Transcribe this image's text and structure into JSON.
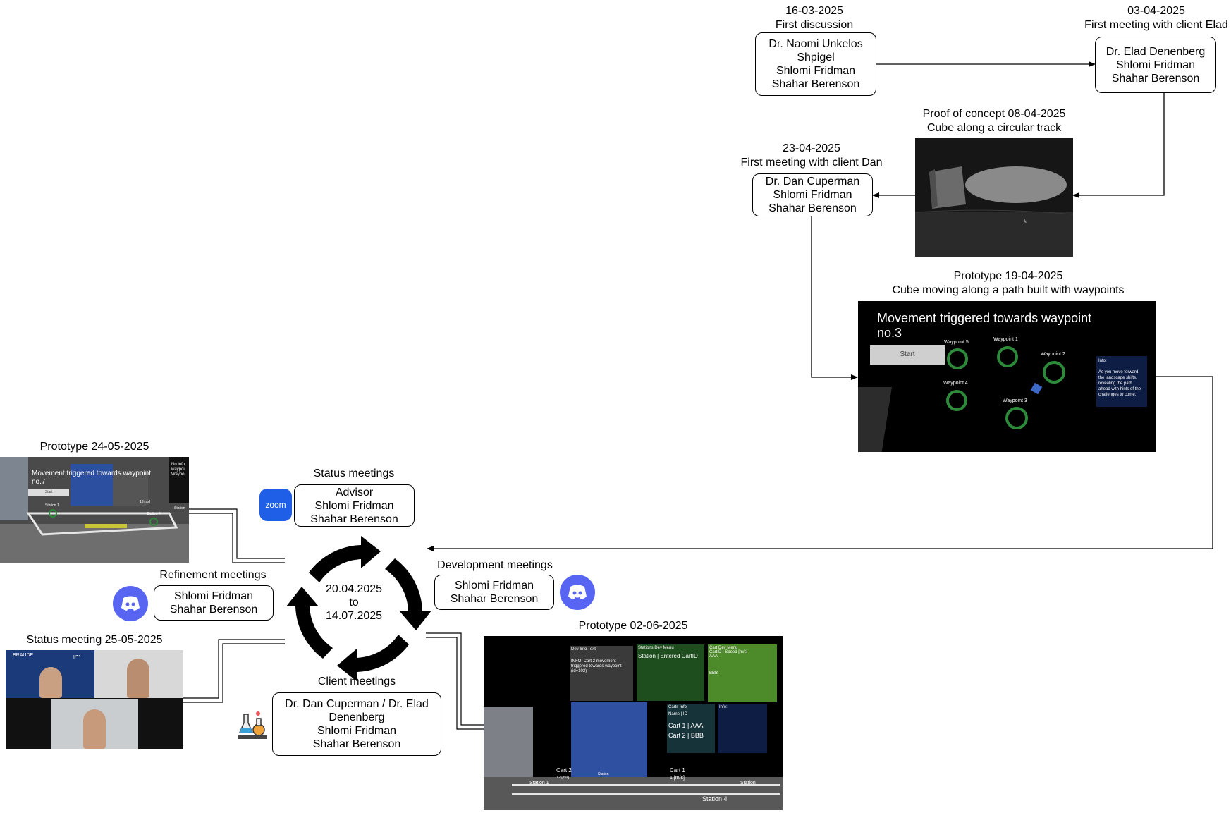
{
  "nodes": {
    "first_discussion": {
      "date": "16-03-2025",
      "title": "First discussion",
      "people": [
        "Dr. Naomi Unkelos",
        "Shpigel",
        "Shlomi Fridman",
        "Shahar Berenson"
      ]
    },
    "meeting_elad": {
      "date": "03-04-2025",
      "title": "First meeting with client Elad",
      "people": [
        "Dr. Elad Denenberg",
        "Shlomi Fridman",
        "Shahar Berenson"
      ]
    },
    "proof_of_concept": {
      "title": "Proof of concept 08-04-2025",
      "subtitle": "Cube along a circular track"
    },
    "meeting_dan": {
      "date": "23-04-2025",
      "title": "First meeting with client Dan",
      "people": [
        "Dr. Dan Cuperman",
        "Shlomi Fridman",
        "Shahar Berenson"
      ]
    },
    "prototype_1904": {
      "title": "Prototype 19-04-2025",
      "subtitle": "Cube moving along a path built with waypoints",
      "screen": {
        "heading": "Movement triggered towards waypoint no.3",
        "start_button": "Start",
        "waypoints": [
          "Waypoint 5",
          "Waypoint 1",
          "Waypoint 2",
          "Waypoint 4",
          "Waypoint 3"
        ],
        "info_title": "Info:",
        "info_text": "As you move forward, the landscape shifts, revealing the path ahead with hints of the challenges to come."
      }
    },
    "prototype_2405": {
      "title": "Prototype 24-05-2025",
      "screen": {
        "heading": "Movement triggered towards waypoint no.7",
        "start_button": "Start",
        "side_text": "No info waypoi Waypo",
        "labels": [
          "Station 1",
          "1 [m/s]",
          "Station 4",
          "Station"
        ]
      }
    },
    "status_meetings": {
      "title": "Status meetings",
      "people": [
        "Advisor",
        "Shlomi Fridman",
        "Shahar Berenson"
      ],
      "icon_text": "zoom"
    },
    "refinement_meetings": {
      "title": "Refinement meetings",
      "people": [
        "Shlomi Fridman",
        "Shahar Berenson"
      ]
    },
    "development_meetings": {
      "title": "Development meetings",
      "people": [
        "Shlomi Fridman",
        "Shahar Berenson"
      ]
    },
    "client_meetings": {
      "title": "Client meetings",
      "people": [
        "Dr. Dan Cuperman / Dr. Elad",
        "Denenberg",
        "Shlomi Fridman",
        "Shahar Berenson"
      ]
    },
    "status_meeting_2505": {
      "title": "Status meeting 25-05-2025",
      "logos": [
        "BRAUDE",
        "ירון"
      ]
    },
    "cycle": {
      "from": "20.04.2025",
      "to_word": "to",
      "to": "14.07.2025"
    },
    "prototype_0206": {
      "title": "Prototype 02-06-2025",
      "screen": {
        "dev_info_title": "Dev Info Text",
        "dev_info_text": "INFO: Cart 2 movement triggered towards waypoint (id=102)",
        "stations_menu_title": "Stations Dev Menu",
        "stations_menu_header": "Station | Entered CartID",
        "cart_menu_title": "Cart Dev Menu",
        "cart_menu_header": "CartID | Speed [m/s]",
        "cart_rows": [
          "AAA",
          "BBB"
        ],
        "carts_info_title": "Carts Info",
        "carts_info_header": "Name | ID",
        "carts": [
          "Cart 1 | AAA",
          "Cart 2 | BBB"
        ],
        "info_title": "Info:",
        "labels": [
          "Cart 2",
          "0.2 [m/s]",
          "Cart 1",
          "1 [m/s]",
          "Station 1",
          "Station",
          "Station 4",
          "Station"
        ]
      }
    }
  },
  "colors": {
    "zoom": "#1f5fe8",
    "discord": "#5865f2",
    "line": "#000000",
    "screen_bg": "#000000",
    "green_ring": "#2d8a3a"
  }
}
